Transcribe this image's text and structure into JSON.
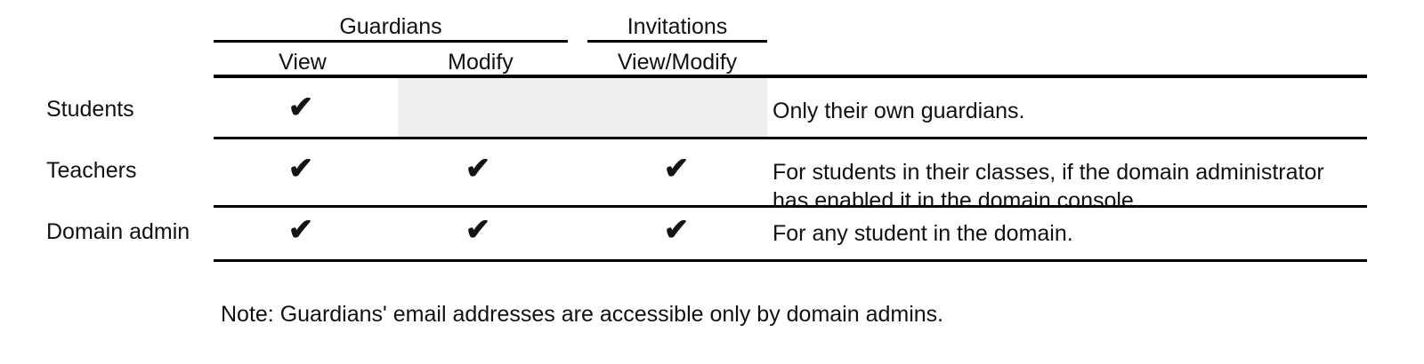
{
  "table": {
    "group_headers": [
      {
        "label": "Guardians",
        "spans": [
          "View",
          "Modify"
        ]
      },
      {
        "label": "Invitations",
        "spans": [
          "View/Modify"
        ]
      }
    ],
    "columns": {
      "row_label": "",
      "guardians_view": "View",
      "guardians_modify": "Modify",
      "invitations_viewmodify": "View/Modify",
      "notes": ""
    },
    "check_glyph": "✔",
    "shaded_cell_color": "#eeeeee",
    "rule_color": "#000000",
    "rows": [
      {
        "label": "Students",
        "guardians_view": "✔",
        "guardians_modify": "",
        "guardians_modify_shaded": true,
        "invitations_viewmodify": "",
        "invitations_shaded": true,
        "note": "Only their own guardians."
      },
      {
        "label": "Teachers",
        "guardians_view": "✔",
        "guardians_modify": "✔",
        "guardians_modify_shaded": false,
        "invitations_viewmodify": "✔",
        "invitations_shaded": false,
        "note": "For students in their classes, if the domain administrator has enabled it in the domain console."
      },
      {
        "label": "Domain admin",
        "guardians_view": "✔",
        "guardians_modify": "✔",
        "guardians_modify_shaded": false,
        "invitations_viewmodify": "✔",
        "invitations_shaded": false,
        "note": "For any student in the domain."
      }
    ]
  },
  "footnote": "Note: Guardians' email addresses are accessible only by domain admins."
}
